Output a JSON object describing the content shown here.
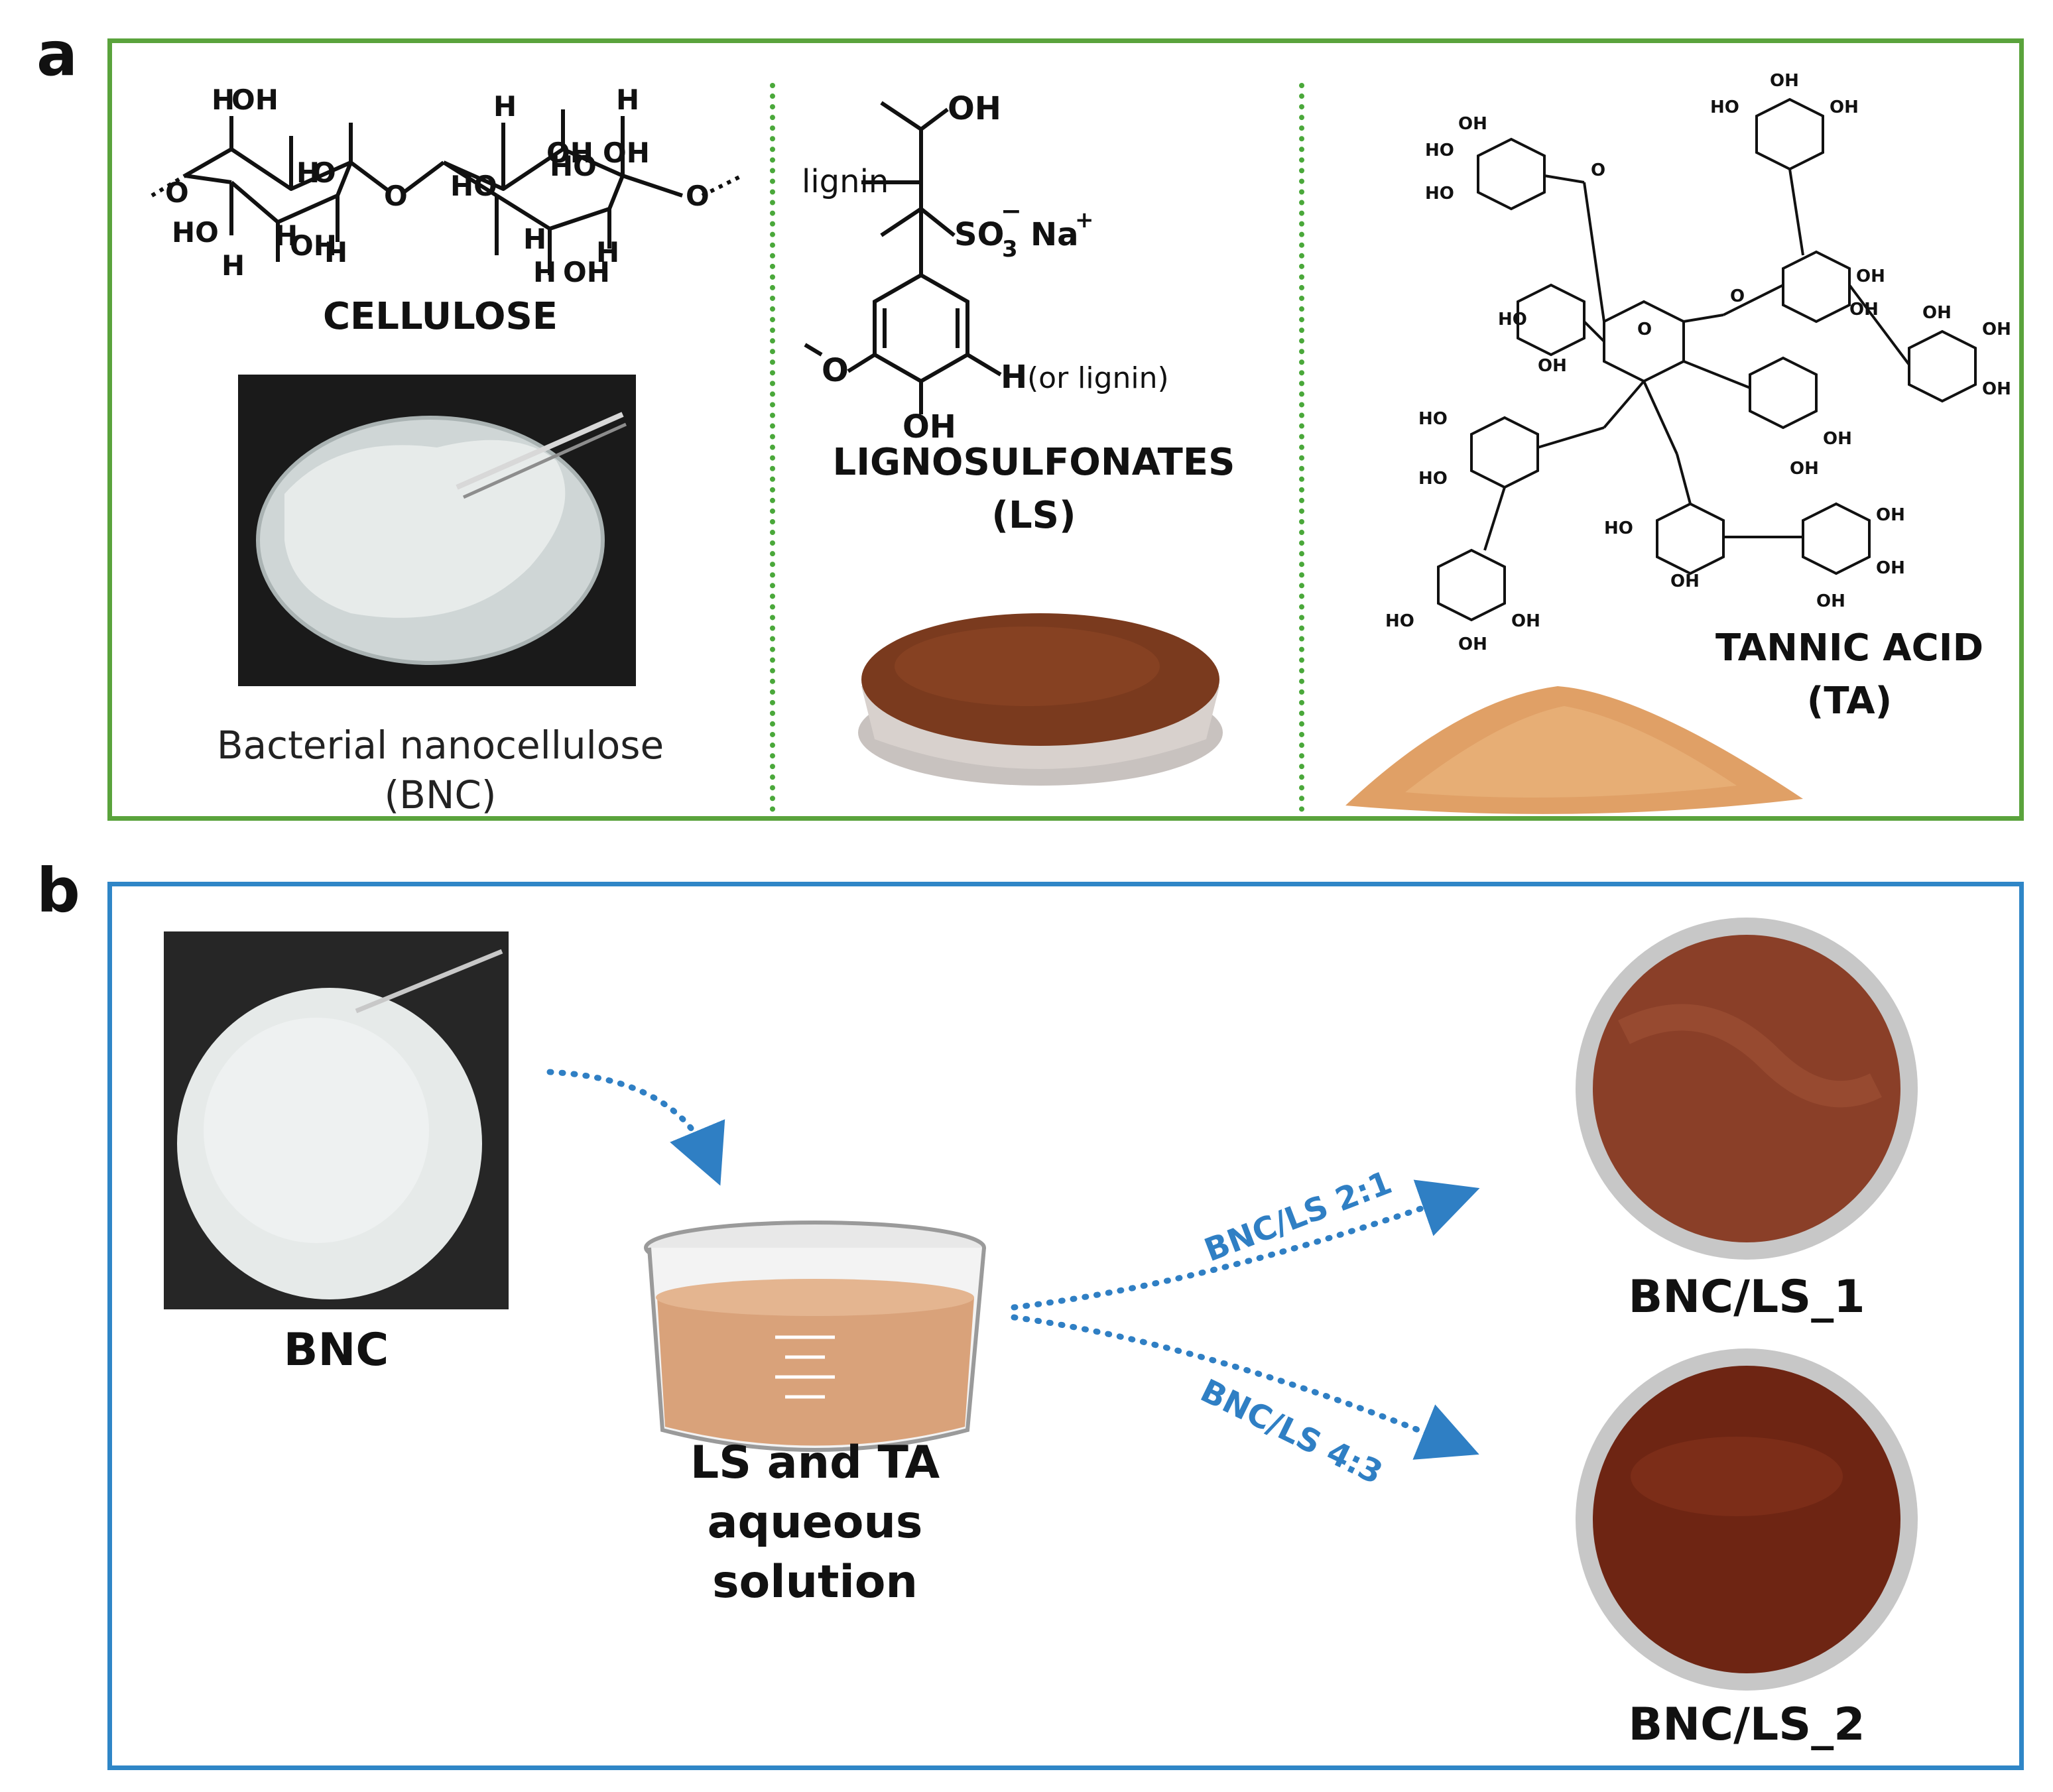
{
  "panel_a": {
    "letter": "a",
    "cellulose": {
      "title": "CELLULOSE",
      "photo_caption_line1": "Bacterial nanocellulose",
      "photo_caption_line2": "(BNC)",
      "atoms": [
        "H",
        "OH",
        "H",
        "O",
        "O",
        "HO",
        "H",
        "H",
        "OH",
        "H",
        "HO",
        "OH",
        "H",
        "O",
        "O",
        "HO",
        "H",
        "H",
        "OH",
        "H",
        "H",
        "OH"
      ]
    },
    "lignosulfonates": {
      "title_line1": "LIGNOSULFONATES",
      "title_line2": "(LS)",
      "oh_top": "OH",
      "lignin_label": "lignin",
      "so3": "SO",
      "so3_sub": "3",
      "so3_charge": "−",
      "na": "Na",
      "na_charge": "+",
      "h_or_lignin_h": "H",
      "h_or_lignin_rest": "(or lignin)",
      "o_methoxy": "O",
      "oh_bottom": "OH"
    },
    "tannic_acid": {
      "title_line1": "TANNIC ACID",
      "title_line2": "(TA)",
      "oh": "OH",
      "ho": "HO",
      "o": "O"
    }
  },
  "panel_b": {
    "letter": "b",
    "bnc_label": "BNC",
    "solution_line1": "LS and TA",
    "solution_line2": "aqueous",
    "solution_line3": "solution",
    "arrow_upper_label": "BNC/LS 2:1",
    "arrow_lower_label": "BNC/LS 4:3",
    "product1_label": "BNC/LS_1",
    "product2_label": "BNC/LS_2"
  },
  "colors": {
    "panel_a_border": "#5aa33c",
    "panel_b_border": "#2f86c7",
    "arrow_blue": "#2f7fc4",
    "ls_powder": "#7a3a1e",
    "ta_powder": "#e0a066",
    "bnc_gel": "#e6eae9",
    "product1": "#8a3f28",
    "product2": "#6e2513"
  }
}
